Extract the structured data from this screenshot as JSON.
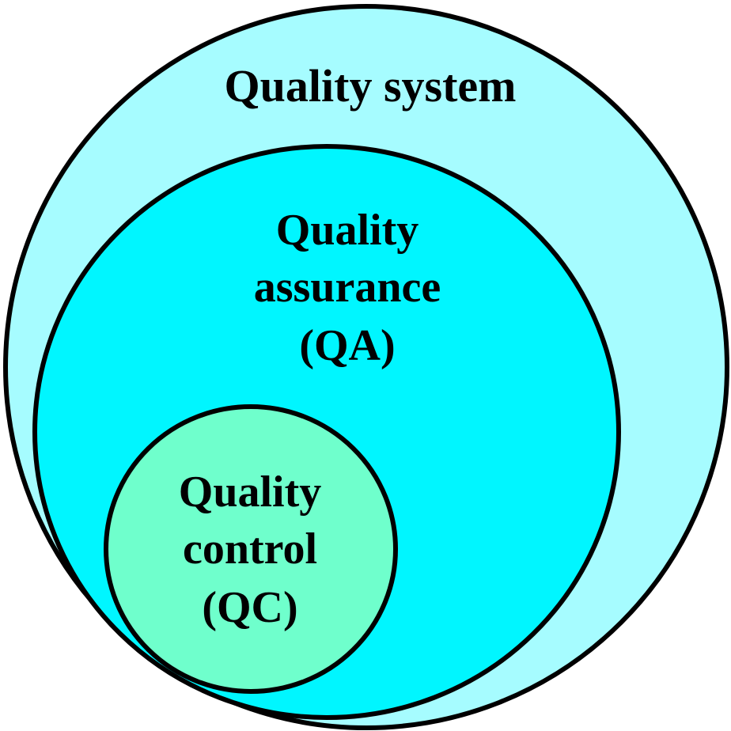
{
  "diagram": {
    "colors": {
      "quality_system_fill": "#A6FCFF",
      "quality_assurance_fill": "#00F6FF",
      "quality_control_fill": "#6FFFCC",
      "outline": "#000000"
    },
    "quality_system": {
      "label": "Quality system"
    },
    "quality_assurance": {
      "line1": "Quality",
      "line2": "assurance",
      "line3": "(QA)"
    },
    "quality_control": {
      "line1": "Quality",
      "line2": "control",
      "line3": "(QC)"
    }
  }
}
